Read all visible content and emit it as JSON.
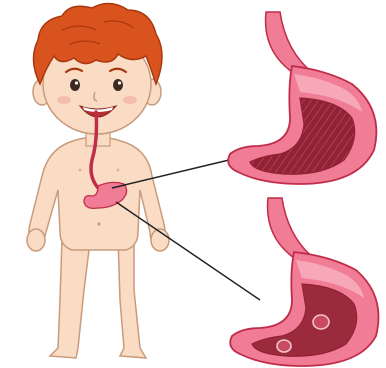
{
  "figure": {
    "subject": "boy-digestive-system",
    "colors": {
      "skin": "#f9dcc3",
      "skin_outline": "#c99a7b",
      "hair": "#d9531e",
      "hair_dark": "#a8380f",
      "stomach_outer": "#f07c95",
      "stomach_light": "#f8b3c2",
      "stomach_inner": "#8f2234",
      "stomach_muscle": "#b63a4e",
      "esophagus": "#c02d4a",
      "mouth": "#b3312f",
      "pointer_line": "#222222"
    }
  },
  "callouts": [
    {
      "name": "healthy-stomach",
      "feature": "muscle-lining"
    },
    {
      "name": "stomach-with-ulcers",
      "feature": "ulcers",
      "ulcer_count": 2
    }
  ]
}
